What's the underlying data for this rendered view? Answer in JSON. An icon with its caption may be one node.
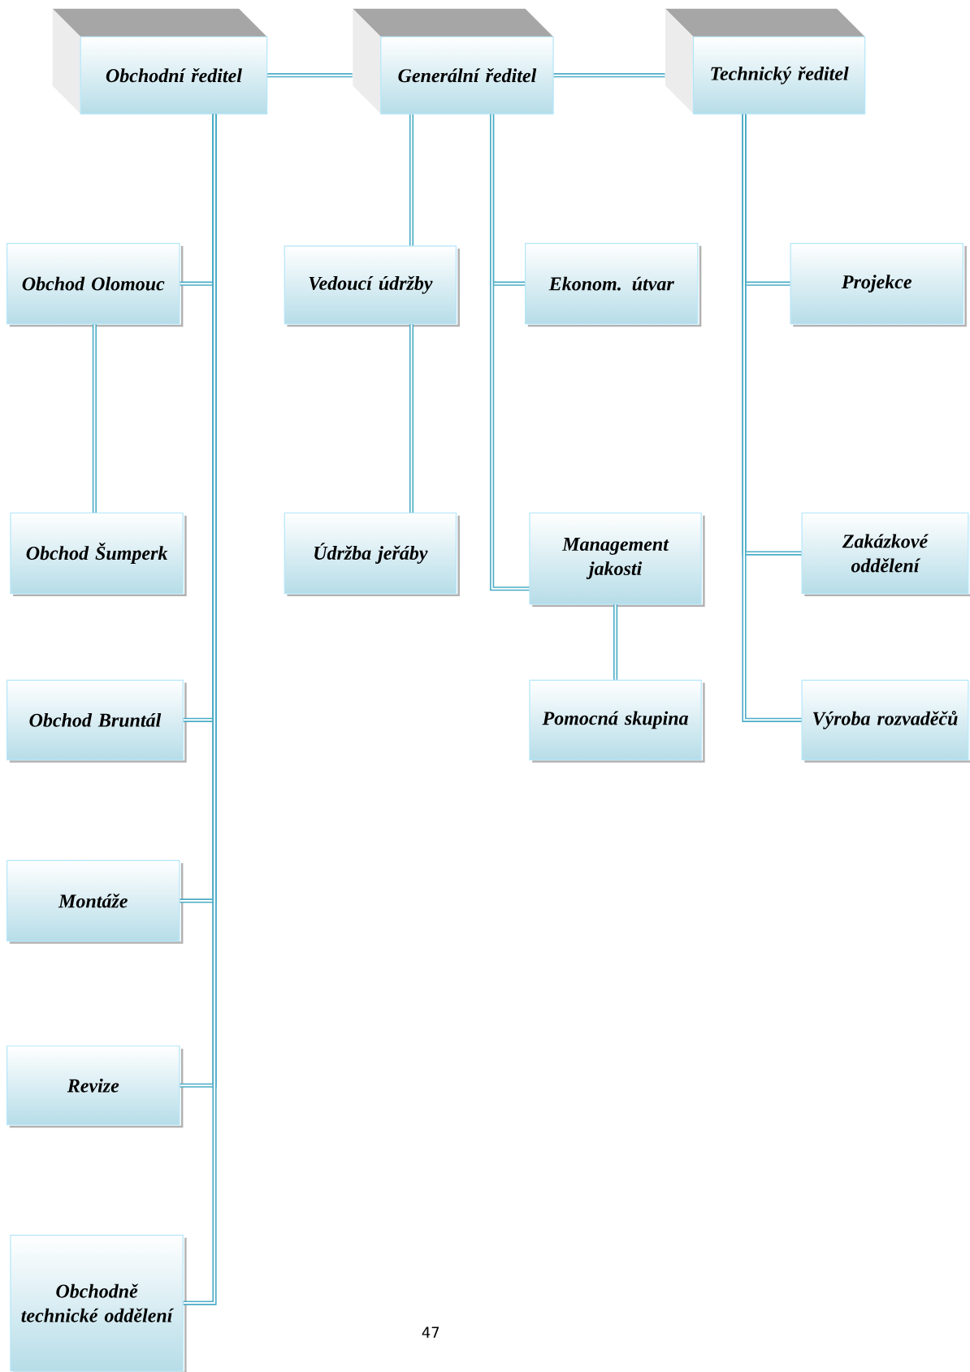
{
  "diagram": {
    "nodes": [
      {
        "text": [
          "Obchodní ředitel"
        ]
      },
      {
        "text": [
          "Generální ředitel"
        ]
      },
      {
        "text": [
          "Technický ředitel"
        ]
      },
      {
        "text": [
          "Obchod Olomouc"
        ]
      },
      {
        "text": [
          "Vedoucí údržby"
        ]
      },
      {
        "text": [
          "Ekonom. útvar"
        ]
      },
      {
        "text": [
          "Projekce"
        ]
      },
      {
        "text": [
          "Obchod Šumperk"
        ]
      },
      {
        "text": [
          "Údržba jeřáby"
        ]
      },
      {
        "text": [
          "Management jakosti"
        ]
      },
      {
        "text": [
          "Zakázkové oddělení"
        ]
      },
      {
        "text": [
          "Obchod Bruntál"
        ]
      },
      {
        "text": [
          "Pomocná skupina"
        ]
      },
      {
        "text": [
          "Výroba rozvaděčů"
        ]
      },
      {
        "text": [
          "Montáže"
        ]
      },
      {
        "text": [
          "Revize"
        ]
      },
      {
        "text": [
          "Obchodně technické oddělení"
        ]
      }
    ],
    "edges": [
      {
        "from": 0,
        "to": 1,
        "arrow": "none"
      },
      {
        "from": 1,
        "to": 2,
        "arrow": "none"
      },
      {
        "from": 0,
        "to": 3,
        "arrow": "none"
      },
      {
        "from": 0,
        "to": 11,
        "arrow": "none"
      },
      {
        "from": 0,
        "to": 14,
        "arrow": "none"
      },
      {
        "from": 0,
        "to": 15,
        "arrow": "none"
      },
      {
        "from": 0,
        "to": 16,
        "arrow": "none"
      },
      {
        "from": 3,
        "to": 7,
        "arrow": "none"
      },
      {
        "from": 1,
        "to": 4,
        "arrow": "none"
      },
      {
        "from": 4,
        "to": 8,
        "arrow": "none"
      },
      {
        "from": 1,
        "to": 5,
        "arrow": "none"
      },
      {
        "from": 1,
        "to": 9,
        "arrow": "none"
      },
      {
        "from": 9,
        "to": 12,
        "arrow": "none"
      },
      {
        "from": 2,
        "to": 6,
        "arrow": "none"
      },
      {
        "from": 2,
        "to": 10,
        "arrow": "none"
      },
      {
        "from": 2,
        "to": 13,
        "arrow": "none"
      }
    ],
    "labels": [
      "47"
    ]
  }
}
